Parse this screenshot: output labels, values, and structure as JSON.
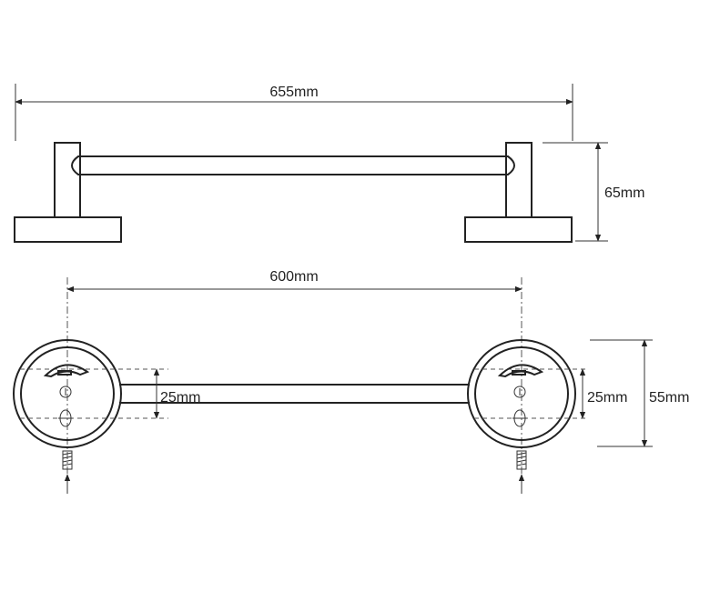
{
  "dimensions": {
    "total_length": "655mm",
    "height": "65mm",
    "mount_spacing": "600mm",
    "bar_diameter": "25mm",
    "bracket_bar_diameter": "25mm",
    "base_diameter": "55mm"
  },
  "colors": {
    "line": "#222222",
    "background": "#ffffff"
  }
}
